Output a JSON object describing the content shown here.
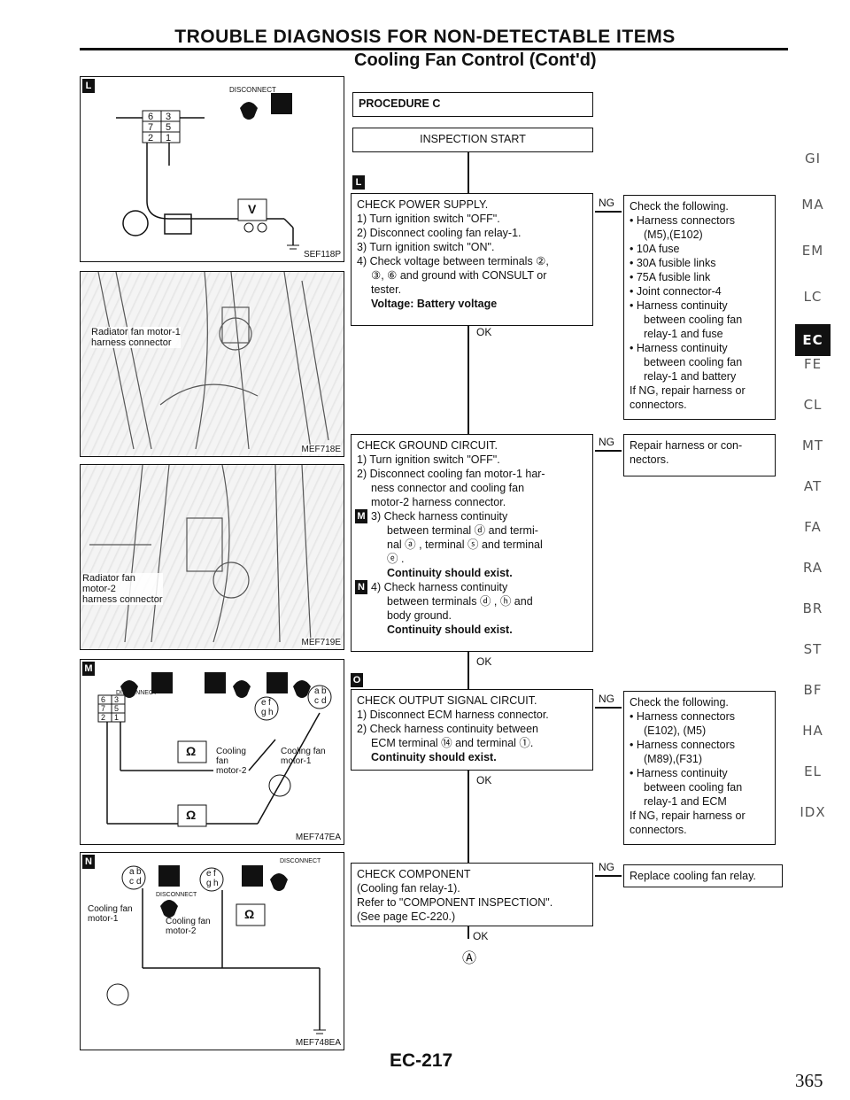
{
  "header": {
    "title": "TROUBLE DIAGNOSIS FOR NON-DETECTABLE ITEMS",
    "subtitle": "Cooling Fan Control (Cont'd)"
  },
  "figures": {
    "fig_l": {
      "mark": "L",
      "label": "SEF118P",
      "disconnect": "DISCONNECT",
      "terms": [
        "6",
        "3",
        "7",
        "5",
        "2",
        "1"
      ],
      "meter": "V"
    },
    "fig_photo1": {
      "label": "MEF718E",
      "note": "Radiator fan motor-1\nharness connector"
    },
    "fig_photo2": {
      "label": "MEF719E",
      "note": "Radiator fan\nmotor-2\nharness connector"
    },
    "fig_m": {
      "mark": "M",
      "label": "MEF747EA",
      "disconnect": "DISCONNECT",
      "meter": "Ω",
      "fan2": "Cooling\nfan\nmotor-2",
      "fan1": "Cooling fan\nmotor-1",
      "terms_left": [
        "6",
        "3",
        "7",
        "5",
        "2",
        "1"
      ],
      "terms_mid": [
        "e",
        "f",
        "g",
        "h"
      ],
      "terms_right": [
        "a",
        "b",
        "c",
        "d"
      ]
    },
    "fig_n": {
      "mark": "N",
      "label": "MEF748EA",
      "disconnect": "DISCONNECT",
      "meter": "Ω",
      "fan1": "Cooling fan\nmotor-1",
      "fan2": "Cooling fan\nmotor-2",
      "terms_left": [
        "a",
        "b",
        "c",
        "d"
      ],
      "terms_right": [
        "e",
        "f",
        "g",
        "h"
      ]
    }
  },
  "flow": {
    "procedure": "PROCEDURE C",
    "start": "INSPECTION START",
    "mark_l": "L",
    "mark_o": "O",
    "step1": [
      "CHECK POWER SUPPLY.",
      "1) Turn ignition switch \"OFF\".",
      "2) Disconnect cooling fan relay-1.",
      "3) Turn ignition switch \"ON\".",
      "4) Check voltage between terminals ②,",
      "③, ⑥ and ground with CONSULT or",
      "tester.",
      "Voltage: Battery voltage"
    ],
    "ng1": [
      "Check the following.",
      "• Harness connectors",
      "(M5),(E102)",
      "• 10A fuse",
      "• 30A fusible links",
      "• 75A fusible link",
      "• Joint connector-4",
      "• Harness continuity",
      "between cooling fan",
      "relay-1 and fuse",
      "• Harness continuity",
      "between cooling fan",
      "relay-1 and battery",
      "If NG, repair harness or",
      "connectors."
    ],
    "step2": [
      "CHECK GROUND CIRCUIT.",
      "1) Turn ignition switch \"OFF\".",
      "2) Disconnect cooling fan motor-1 har-",
      "ness connector and cooling fan",
      "motor-2 harness connector.",
      "3) Check harness continuity",
      "between terminal ⓓ and termi-",
      "nal ⓐ , terminal ⓢ and terminal",
      "ⓔ .",
      "Continuity should exist.",
      "4) Check harness continuity",
      "between terminals ⓓ , ⓗ and",
      "body ground.",
      "Continuity should exist."
    ],
    "ng2": [
      "Repair harness or con-",
      "nectors."
    ],
    "step3": [
      "CHECK OUTPUT SIGNAL CIRCUIT.",
      "1) Disconnect ECM harness connector.",
      "2) Check harness continuity between",
      "ECM terminal ⑭ and terminal ①.",
      "Continuity should exist."
    ],
    "ng3": [
      "Check the following.",
      "• Harness connectors",
      "(E102), (M5)",
      "• Harness connectors",
      "(M89),(F31)",
      "• Harness continuity",
      "between cooling fan",
      "relay-1 and ECM",
      "If NG, repair harness or",
      "connectors."
    ],
    "step4": [
      "CHECK COMPONENT",
      "(Cooling fan relay-1).",
      "Refer to \"COMPONENT INSPECTION\".",
      "(See page EC-220.)"
    ],
    "ng4": "Replace cooling fan relay.",
    "ok": "OK",
    "ng": "NG",
    "end": "Ⓐ"
  },
  "side_index": [
    "GI",
    "MA",
    "EM",
    "LC",
    "EC",
    "FE",
    "CL",
    "MT",
    "AT",
    "FA",
    "RA",
    "BR",
    "ST",
    "BF",
    "HA",
    "EL",
    "IDX"
  ],
  "side_active": "EC",
  "footer": {
    "page_code": "EC-217",
    "page_num": "365"
  }
}
